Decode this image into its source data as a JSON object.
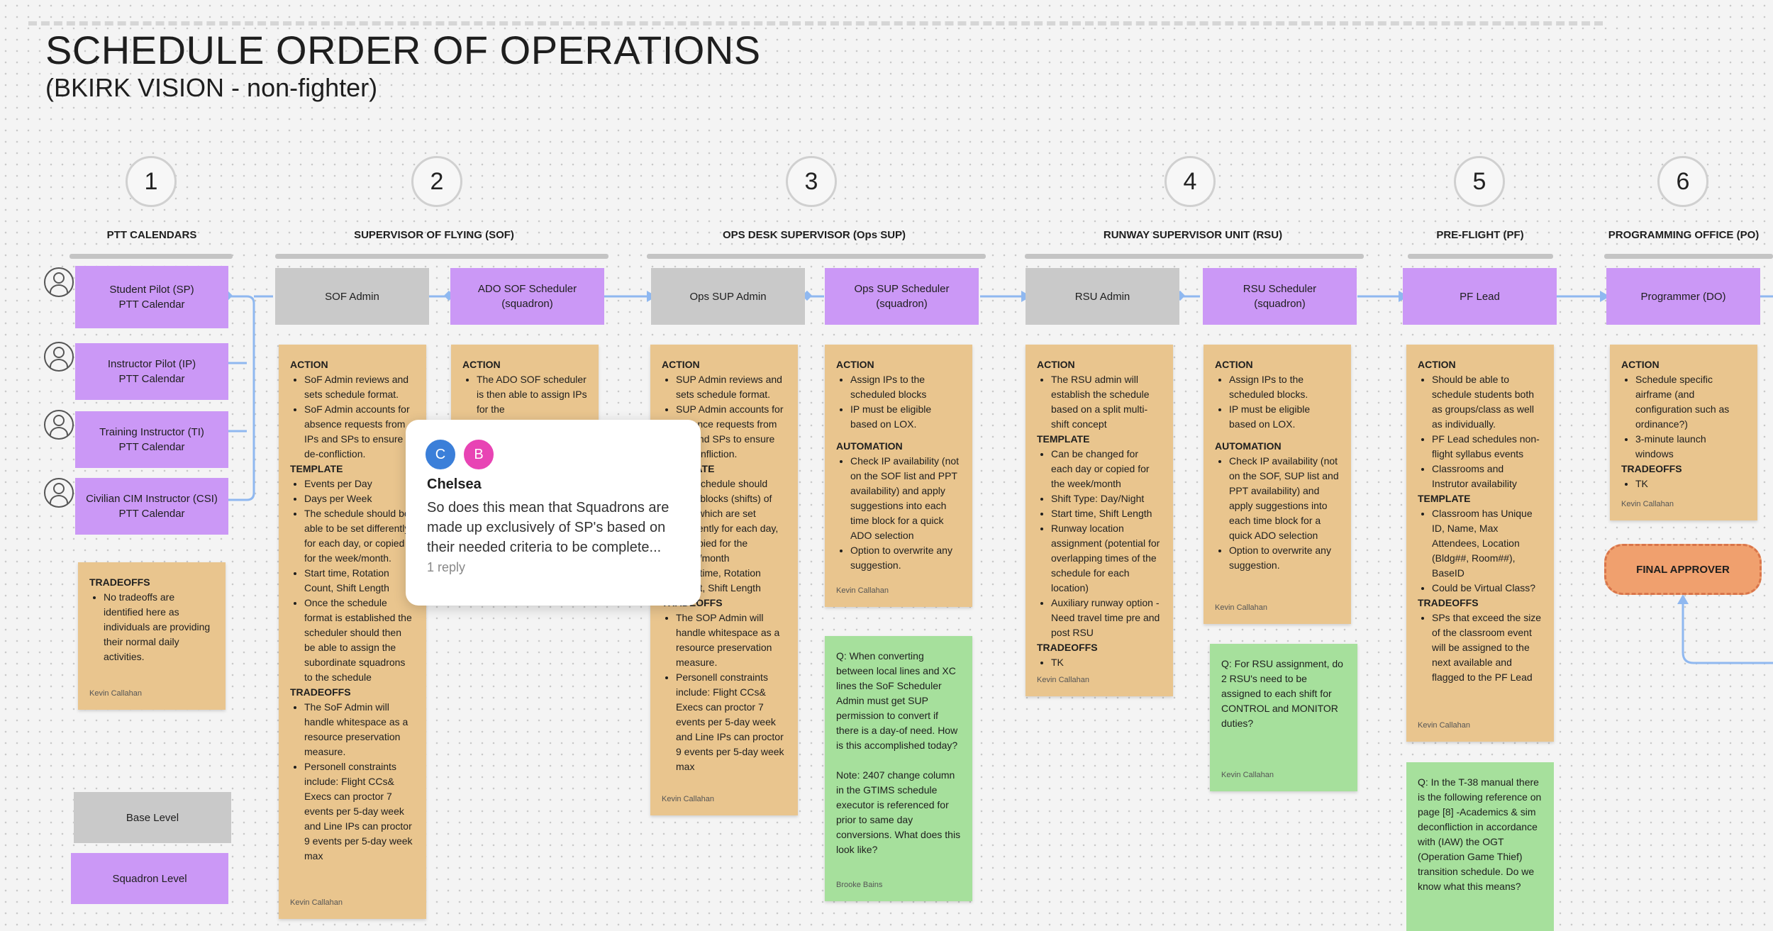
{
  "header": {
    "title": "SCHEDULE ORDER OF OPERATIONS",
    "subtitle": "(BKIRK VISION - non-fighter)"
  },
  "steps": [
    {
      "number": "1",
      "label": "PTT CALENDARS"
    },
    {
      "number": "2",
      "label": "SUPERVISOR OF FLYING (SOF)"
    },
    {
      "number": "3",
      "label": "OPS DESK SUPERVISOR (Ops SUP)"
    },
    {
      "number": "4",
      "label": "RUNWAY SUPERVISOR UNIT (RSU)"
    },
    {
      "number": "5",
      "label": "PRE-FLIGHT (PF)"
    },
    {
      "number": "6",
      "label": "PROGRAMMING OFFICE (PO)"
    }
  ],
  "calendars": [
    {
      "line1": "Student Pilot (SP)",
      "line2": "PTT Calendar"
    },
    {
      "line1": "Instructor Pilot (IP)",
      "line2": "PTT Calendar"
    },
    {
      "line1": "Training Instructor (TI)",
      "line2": "PTT Calendar"
    },
    {
      "line1": "Civilian CIM Instructor (CSI)",
      "line2": "PTT Calendar"
    }
  ],
  "role_boxes": {
    "sof_admin": "SOF Admin",
    "ado_sof_line1": "ADO SOF Scheduler",
    "ado_sof_line2": "(squadron)",
    "ops_sup_admin": "Ops SUP Admin",
    "ops_sup_sched_line1": "Ops SUP Scheduler",
    "ops_sup_sched_line2": "(squadron)",
    "rsu_admin": "RSU Admin",
    "rsu_sched_line1": "RSU Scheduler",
    "rsu_sched_line2": "(squadron)",
    "pf_lead": "PF Lead",
    "programmer": "Programmer (DO)"
  },
  "legend": {
    "base": "Base Level",
    "squadron": "Squadron Level"
  },
  "final_approver": "FINAL APPROVER",
  "notes": {
    "ptt_tradeoffs": {
      "heading": "TRADEOFFS",
      "items": [
        "No tradeoffs are identified here as individuals are providing their normal daily activities."
      ],
      "author": "Kevin Callahan"
    },
    "sof_admin": {
      "h_action": "ACTION",
      "action": [
        "SoF Admin reviews and sets schedule format.",
        "SoF Admin accounts for absence requests from IPs and SPs to ensure de-confliction."
      ],
      "h_template": "TEMPLATE",
      "template": [
        "Events per Day",
        "Days per Week",
        "The schedule should be able to be set differently for each day, or copied for the week/month.",
        "Start time, Rotation Count, Shift Length",
        "Once the schedule format is established the scheduler should then be able to assign the subordinate squadrons to the schedule"
      ],
      "h_tradeoffs": "TRADEOFFS",
      "tradeoffs": [
        "The SoF Admin will handle whitespace as a resource preservation measure.",
        "Personell constraints include: Flight CCs& Execs can proctor 7 events per 5-day week and Line IPs can proctor 9 events per 5-day week max"
      ],
      "author": "Kevin Callahan"
    },
    "ado_sof": {
      "h_action": "ACTION",
      "action": [
        "The ADO SOF scheduler is then able to assign IPs for the"
      ]
    },
    "ops_sup_admin": {
      "h_action": "ACTION",
      "action": [
        "SUP Admin reviews and sets schedule format.",
        "SUP Admin accounts for absence requests from IPs and SPs to ensure de-confliction."
      ],
      "h_template": "TEMPLATE",
      "template": [
        "The schedule should have blocks (shifts) of time which are set differently for each day, or copied for the week/month",
        "Start time, Rotation Count, Shift Length"
      ],
      "h_tradeoffs": "TRADEOFFS",
      "tradeoffs": [
        "The SOP Admin will handle whitespace as a resource preservation measure.",
        "Personell constraints include: Flight CCs& Execs can proctor 7 events per 5-day week and Line IPs can proctor 9 events per 5-day week max"
      ],
      "author": "Kevin Callahan"
    },
    "ops_sup_sched": {
      "h_action": "ACTION",
      "action": [
        "Assign IPs to the scheduled blocks",
        "IP must be eligible based on LOX."
      ],
      "h_automation": "AUTOMATION",
      "automation": [
        "Check IP availability (not on the SOF list and PPT availability) and apply suggestions into each time block for a quick ADO selection",
        "Option to overwrite any suggestion."
      ],
      "author": "Kevin Callahan"
    },
    "ops_question": {
      "q": "Q: When converting between local lines and XC lines the SoF Scheduler Admin must get SUP permission to convert if there is a day-of need. How is this accomplished today?",
      "note": "Note: 2407 change column in the GTIMS schedule executor is referenced for prior to same day conversions. What does this look like?",
      "author": "Brooke Bains"
    },
    "rsu_admin": {
      "h_action": "ACTION",
      "action": [
        "The RSU admin will establish the schedule based on a split multi-shift concept"
      ],
      "h_template": "TEMPLATE",
      "template": [
        "Can be changed for each day or copied for the week/month",
        "Shift Type: Day/Night",
        "Start time, Shift Length",
        "Runway location assignment (potential for overlapping times of the schedule for each location)",
        " Auxiliary runway option - Need travel time pre and post RSU"
      ],
      "h_tradeoffs": "TRADEOFFS",
      "tradeoffs": [
        "TK"
      ],
      "author": "Kevin Callahan"
    },
    "rsu_sched": {
      "h_action": "ACTION",
      "action": [
        "Assign IPs to the scheduled blocks.",
        "IP must be eligible based on LOX."
      ],
      "h_automation": "AUTOMATION",
      "automation": [
        "Check IP availability (not on the SOF, SUP list and PPT availability) and apply suggestions into each time block for a quick ADO selection",
        "Option to overwrite any suggestion."
      ],
      "author": "Kevin Callahan"
    },
    "rsu_question": {
      "q": "Q: For RSU assignment, do 2 RSU's need to be assigned to each shift for CONTROL and MONITOR duties?",
      "author": "Kevin Callahan"
    },
    "pf_lead": {
      "h_action": "ACTION",
      "action": [
        "Should be able to schedule students both as groups/class as well as individually.",
        "PF Lead schedules non-flight syllabus events",
        "Classrooms and Instrutor availability"
      ],
      "h_template": "TEMPLATE",
      "template": [
        "Classroom has Unique ID, Name, Max Attendees, Location (Bldg##, Room##), BaseID",
        "Could be Virtual Class?"
      ],
      "h_tradeoffs": "TRADEOFFS",
      "tradeoffs": [
        "SPs that exceed the size of the classroom event will be assigned to the next available and flagged to the PF Lead"
      ],
      "author": "Kevin Callahan"
    },
    "pf_question": {
      "q": "Q: In the T-38 manual there is the following reference on page [8] -Academics & sim deconfliction in accordance with (IAW) the OGT (Operation Game Thief) transition schedule. Do we know what this means?"
    },
    "programmer": {
      "h_action": "ACTION",
      "action": [
        "Schedule specific airframe (and configuration such as ordinance?)",
        "3-minute launch windows"
      ],
      "h_tradeoffs": "TRADEOFFS",
      "tradeoffs": [
        "TK"
      ],
      "author": "Kevin Callahan"
    }
  },
  "comment": {
    "avatar1": "C",
    "avatar2": "B",
    "name": "Chelsea",
    "text": "So does this mean that Squadrons are made up exclusively of SP's based on their needed criteria to be complete...",
    "replies": "1 reply"
  },
  "colors": {
    "purple": "#cb98f6",
    "gray": "#c9c9c9",
    "tan": "#e9c58e",
    "green": "#a6e09c",
    "connector": "#8fb8f0",
    "final": "#f0a06e"
  }
}
